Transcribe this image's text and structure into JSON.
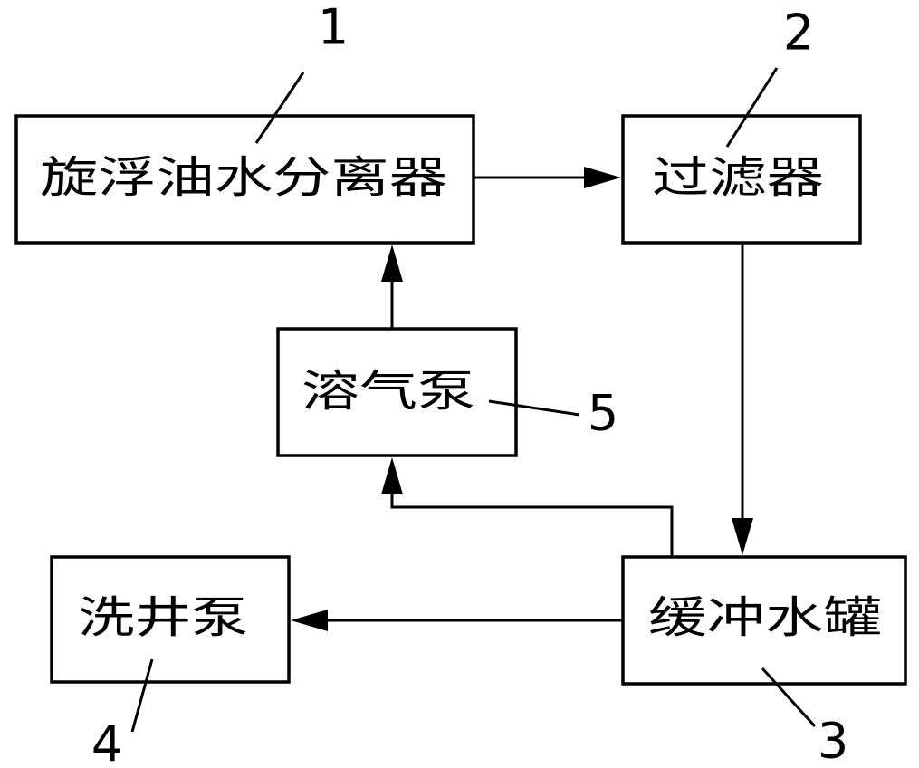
{
  "nodes": {
    "separator": {
      "label": "旋浮油水分离器",
      "number": "1"
    },
    "filter": {
      "label": "过滤器",
      "number": "2"
    },
    "buffer_tank": {
      "label": "缓冲水罐",
      "number": "3"
    },
    "well_wash_pump": {
      "label": "洗井泵",
      "number": "4"
    },
    "dissolved_air_pump": {
      "label": "溶气泵",
      "number": "5"
    }
  },
  "connections": [
    {
      "from": "旋浮油水分离器",
      "to": "过滤器"
    },
    {
      "from": "过滤器",
      "to": "缓冲水罐"
    },
    {
      "from": "缓冲水罐",
      "to": "溶气泵"
    },
    {
      "from": "溶气泵",
      "to": "旋浮油水分离器"
    },
    {
      "from": "缓冲水罐",
      "to": "洗井泵"
    }
  ]
}
